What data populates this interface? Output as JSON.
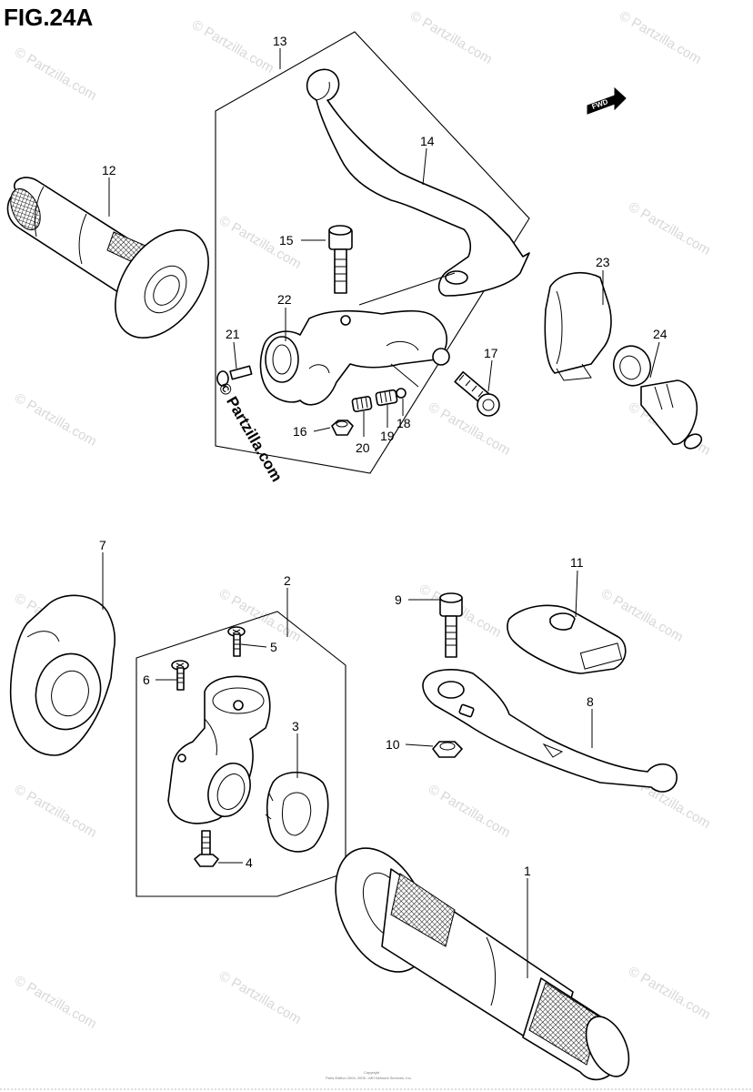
{
  "figure": {
    "title": "FIG.24A"
  },
  "fwd_label": "FWD",
  "watermark": {
    "main": "© Partzilla.com",
    "tile": "© Partzilla.com"
  },
  "footer": {
    "line1": "Copyright",
    "line2": "Parts Edition 2004, 2005 - ARI Network Services, Inc."
  },
  "callouts": [
    {
      "num": "1"
    },
    {
      "num": "2"
    },
    {
      "num": "3"
    },
    {
      "num": "4"
    },
    {
      "num": "5"
    },
    {
      "num": "6"
    },
    {
      "num": "7"
    },
    {
      "num": "8"
    },
    {
      "num": "9"
    },
    {
      "num": "10"
    },
    {
      "num": "11"
    },
    {
      "num": "12"
    },
    {
      "num": "13"
    },
    {
      "num": "14"
    },
    {
      "num": "15"
    },
    {
      "num": "16"
    },
    {
      "num": "17"
    },
    {
      "num": "18"
    },
    {
      "num": "19"
    },
    {
      "num": "20"
    },
    {
      "num": "21"
    },
    {
      "num": "22"
    },
    {
      "num": "23"
    },
    {
      "num": "24"
    }
  ]
}
